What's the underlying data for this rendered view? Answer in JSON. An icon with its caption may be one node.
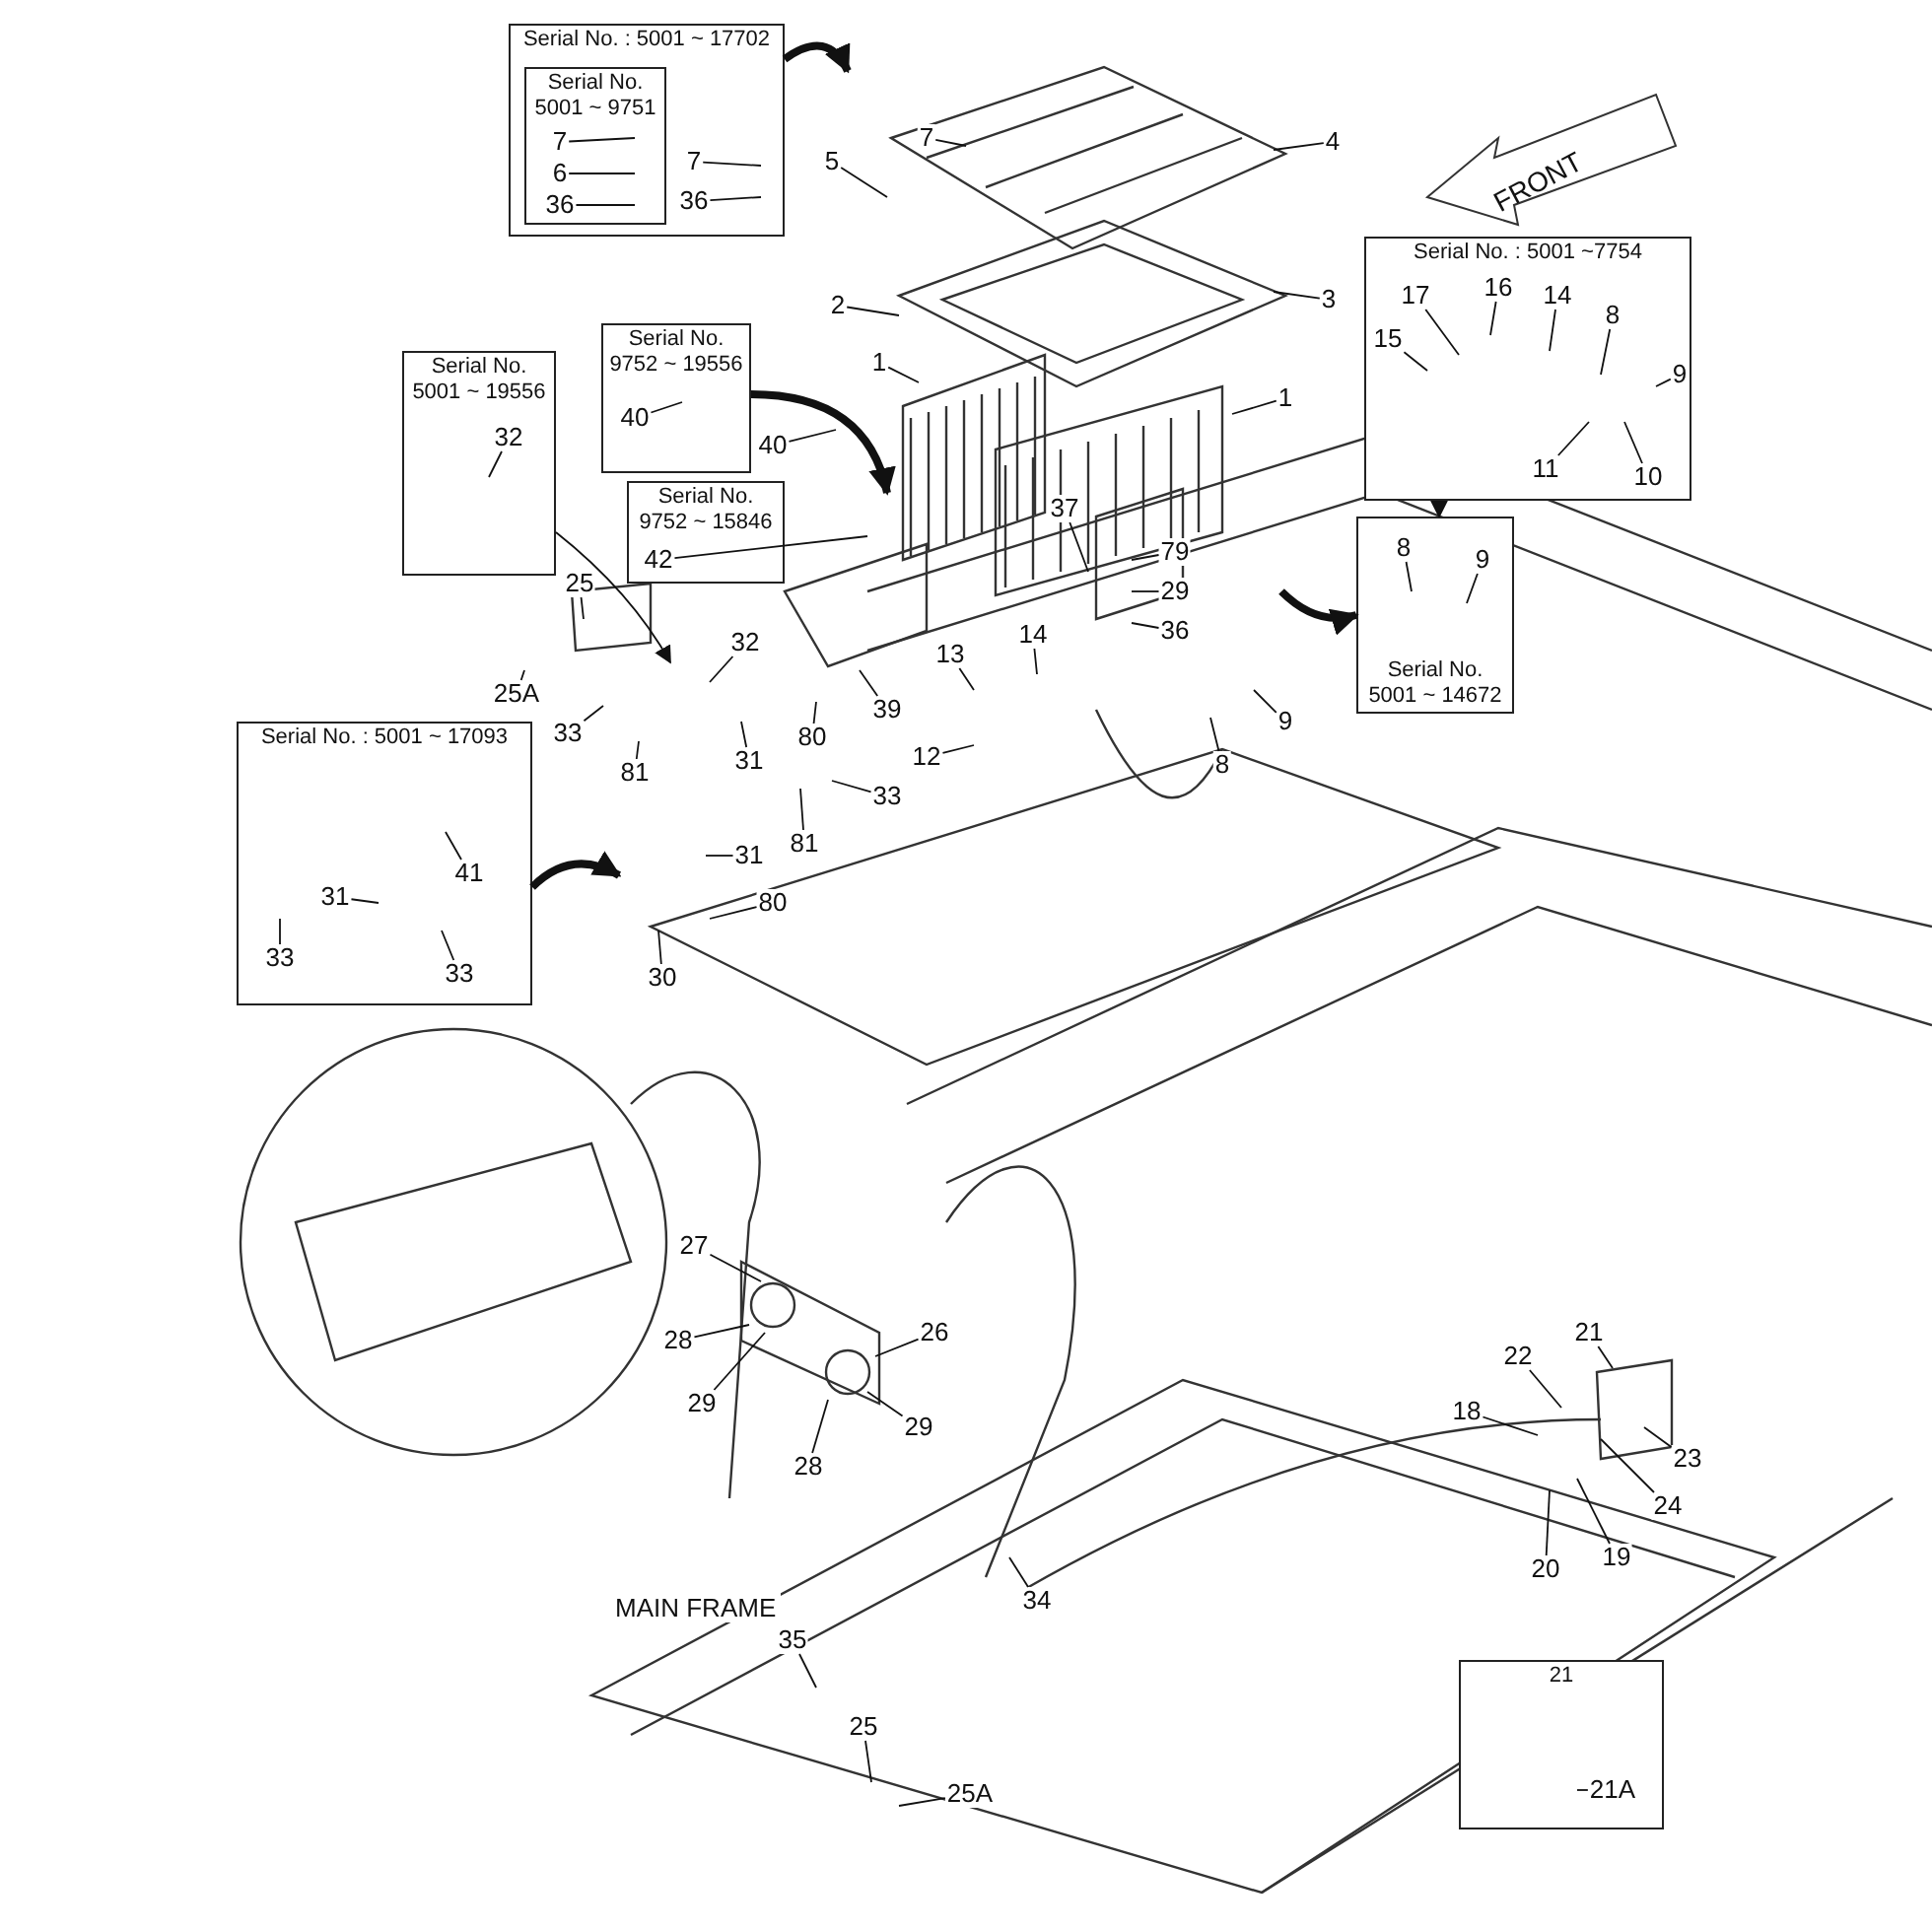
{
  "diagram": {
    "nodes": [
      {
        "text": [
          "Serial No. : 5001 ~ 17702"
        ]
      },
      {
        "text": [
          "Serial No. 5001 ~ 9751"
        ],
        "in": 0
      },
      {
        "text": [
          "7"
        ],
        "in": 1
      },
      {
        "text": [
          "6"
        ],
        "in": 1
      },
      {
        "text": [
          "36"
        ],
        "in": 1
      },
      {
        "text": [
          "7"
        ],
        "in": 0
      },
      {
        "text": [
          "36"
        ],
        "in": 0
      },
      {
        "text": [
          "7"
        ]
      },
      {
        "text": [
          "5"
        ]
      },
      {
        "text": [
          "4"
        ]
      },
      {
        "text": [
          "Serial No. : 5001 ~7754"
        ]
      },
      {
        "text": [
          "17"
        ],
        "in": 10
      },
      {
        "text": [
          "15"
        ],
        "in": 10
      },
      {
        "text": [
          "16"
        ],
        "in": 10
      },
      {
        "text": [
          "14"
        ],
        "in": 10
      },
      {
        "text": [
          "8"
        ],
        "in": 10
      },
      {
        "text": [
          "9"
        ],
        "in": 10
      },
      {
        "text": [
          "11"
        ],
        "in": 10
      },
      {
        "text": [
          "10"
        ],
        "in": 10
      },
      {
        "text": [
          "2"
        ]
      },
      {
        "text": [
          "3"
        ]
      },
      {
        "text": [
          "Serial No. 9752 ~ 19556"
        ]
      },
      {
        "text": [
          "40"
        ],
        "in": 21
      },
      {
        "text": [
          "Serial No. 5001 ~ 19556"
        ]
      },
      {
        "text": [
          "32"
        ],
        "in": 23
      },
      {
        "text": [
          "1"
        ]
      },
      {
        "text": [
          "1"
        ]
      },
      {
        "text": [
          "40"
        ]
      },
      {
        "text": [
          "Serial No. 9752 ~ 15846"
        ]
      },
      {
        "text": [
          "42"
        ],
        "in": 28
      },
      {
        "text": [
          "Serial No. 5001 ~ 14672"
        ]
      },
      {
        "text": [
          "8"
        ],
        "in": 30
      },
      {
        "text": [
          "9"
        ],
        "in": 30
      },
      {
        "text": [
          "79"
        ]
      },
      {
        "text": [
          "29"
        ]
      },
      {
        "text": [
          "36"
        ]
      },
      {
        "text": [
          "25"
        ]
      },
      {
        "text": [
          "25A"
        ]
      },
      {
        "text": [
          "37"
        ]
      },
      {
        "text": [
          "13"
        ]
      },
      {
        "text": [
          "14"
        ]
      },
      {
        "text": [
          "32"
        ]
      },
      {
        "text": [
          "39"
        ]
      },
      {
        "text": [
          "80"
        ]
      },
      {
        "text": [
          "31"
        ]
      },
      {
        "text": [
          "12"
        ]
      },
      {
        "text": [
          "9"
        ]
      },
      {
        "text": [
          "8"
        ]
      },
      {
        "text": [
          "Serial No. : 5001 ~ 17093"
        ]
      },
      {
        "text": [
          "41"
        ],
        "in": 48
      },
      {
        "text": [
          "31"
        ],
        "in": 48
      },
      {
        "text": [
          "33"
        ],
        "in": 48
      },
      {
        "text": [
          "33"
        ],
        "in": 48
      },
      {
        "text": [
          "33"
        ]
      },
      {
        "text": [
          "81"
        ]
      },
      {
        "text": [
          "33"
        ]
      },
      {
        "text": [
          "81"
        ]
      },
      {
        "text": [
          "31"
        ]
      },
      {
        "text": [
          "30"
        ]
      },
      {
        "text": [
          "80"
        ]
      },
      {
        "text": [
          "27"
        ]
      },
      {
        "text": [
          "26"
        ]
      },
      {
        "text": [
          "29"
        ]
      },
      {
        "text": [
          "28"
        ]
      },
      {
        "text": [
          "28"
        ]
      },
      {
        "text": [
          "29"
        ]
      },
      {
        "text": [
          "21"
        ]
      },
      {
        "text": [
          "22"
        ]
      },
      {
        "text": [
          "18"
        ]
      },
      {
        "text": [
          "23"
        ]
      },
      {
        "text": [
          "24"
        ]
      },
      {
        "text": [
          "19"
        ]
      },
      {
        "text": [
          "20"
        ]
      },
      {
        "text": [
          "34"
        ]
      },
      {
        "text": [
          "35"
        ]
      },
      {
        "text": [
          "25"
        ]
      },
      {
        "text": [
          "25A"
        ]
      },
      {
        "text": [
          "21"
        ]
      },
      {
        "text": [
          "21A"
        ],
        "in": 77
      }
    ],
    "edges": [
      {
        "from": 2,
        "to": null,
        "arrow": "none"
      },
      {
        "from": 3,
        "to": null,
        "arrow": "none"
      },
      {
        "from": 4,
        "to": null,
        "arrow": "none"
      },
      {
        "from": 5,
        "to": null,
        "arrow": "none"
      },
      {
        "from": 6,
        "to": null,
        "arrow": "none"
      },
      {
        "from": 7,
        "to": null,
        "arrow": "none"
      },
      {
        "from": 8,
        "to": null,
        "arrow": "none"
      },
      {
        "from": 9,
        "to": null,
        "arrow": "none"
      },
      {
        "from": 11,
        "to": null,
        "arrow": "none"
      },
      {
        "from": 12,
        "to": null,
        "arrow": "none"
      },
      {
        "from": 13,
        "to": null,
        "arrow": "none"
      },
      {
        "from": 14,
        "to": null,
        "arrow": "none"
      },
      {
        "from": 15,
        "to": null,
        "arrow": "none"
      },
      {
        "from": 16,
        "to": null,
        "arrow": "none"
      },
      {
        "from": 17,
        "to": null,
        "arrow": "none"
      },
      {
        "from": 18,
        "to": null,
        "arrow": "none"
      },
      {
        "from": 19,
        "to": null,
        "arrow": "none"
      },
      {
        "from": 20,
        "to": null,
        "arrow": "none"
      },
      {
        "from": 22,
        "to": null,
        "arrow": "none"
      },
      {
        "from": 24,
        "to": null,
        "arrow": "none"
      },
      {
        "from": 25,
        "to": null,
        "arrow": "none"
      },
      {
        "from": 26,
        "to": null,
        "arrow": "none"
      },
      {
        "from": 27,
        "to": null,
        "arrow": "none"
      },
      {
        "from": 29,
        "to": null,
        "arrow": "none"
      },
      {
        "from": 31,
        "to": null,
        "arrow": "none"
      },
      {
        "from": 32,
        "to": null,
        "arrow": "none"
      },
      {
        "from": 33,
        "to": null,
        "arrow": "none"
      },
      {
        "from": 34,
        "to": null,
        "arrow": "none"
      },
      {
        "from": 35,
        "to": null,
        "arrow": "none"
      },
      {
        "from": 36,
        "to": null,
        "arrow": "none"
      },
      {
        "from": 37,
        "to": null,
        "arrow": "none"
      },
      {
        "from": 38,
        "to": null,
        "arrow": "none"
      },
      {
        "from": 39,
        "to": null,
        "arrow": "none"
      },
      {
        "from": 40,
        "to": null,
        "arrow": "none"
      },
      {
        "from": 41,
        "to": null,
        "arrow": "none"
      },
      {
        "from": 42,
        "to": null,
        "arrow": "none"
      },
      {
        "from": 43,
        "to": null,
        "arrow": "none"
      },
      {
        "from": 44,
        "to": null,
        "arrow": "none"
      },
      {
        "from": 45,
        "to": null,
        "arrow": "none"
      },
      {
        "from": 46,
        "to": null,
        "arrow": "none"
      },
      {
        "from": 47,
        "to": null,
        "arrow": "none"
      },
      {
        "from": 49,
        "to": null,
        "arrow": "none"
      },
      {
        "from": 50,
        "to": null,
        "arrow": "none"
      },
      {
        "from": 51,
        "to": null,
        "arrow": "none"
      },
      {
        "from": 52,
        "to": null,
        "arrow": "none"
      },
      {
        "from": 53,
        "to": null,
        "arrow": "none"
      },
      {
        "from": 54,
        "to": null,
        "arrow": "none"
      },
      {
        "from": 55,
        "to": null,
        "arrow": "none"
      },
      {
        "from": 56,
        "to": null,
        "arrow": "none"
      },
      {
        "from": 57,
        "to": null,
        "arrow": "none"
      },
      {
        "from": 58,
        "to": null,
        "arrow": "none"
      },
      {
        "from": 59,
        "to": null,
        "arrow": "none"
      },
      {
        "from": 60,
        "to": null,
        "arrow": "none"
      },
      {
        "from": 61,
        "to": null,
        "arrow": "none"
      },
      {
        "from": 62,
        "to": null,
        "arrow": "none"
      },
      {
        "from": 63,
        "to": null,
        "arrow": "none"
      },
      {
        "from": 64,
        "to": null,
        "arrow": "none"
      },
      {
        "from": 65,
        "to": null,
        "arrow": "none"
      },
      {
        "from": 66,
        "to": null,
        "arrow": "none"
      },
      {
        "from": 67,
        "to": null,
        "arrow": "none"
      },
      {
        "from": 68,
        "to": null,
        "arrow": "none"
      },
      {
        "from": 69,
        "to": null,
        "arrow": "none"
      },
      {
        "from": 70,
        "to": null,
        "arrow": "none"
      },
      {
        "from": 71,
        "to": null,
        "arrow": "none"
      },
      {
        "from": 72,
        "to": null,
        "arrow": "none"
      },
      {
        "from": 73,
        "to": null,
        "arrow": "none"
      },
      {
        "from": 74,
        "to": null,
        "arrow": "none"
      },
      {
        "from": 75,
        "to": null,
        "arrow": "none"
      },
      {
        "from": 76,
        "to": null,
        "arrow": "none"
      },
      {
        "from": 78,
        "to": null,
        "arrow": "none"
      },
      {
        "from": 0,
        "to": null,
        "arrow": "to",
        "style": "thick"
      },
      {
        "from": 21,
        "to": null,
        "arrow": "to",
        "style": "thick"
      },
      {
        "from": 23,
        "to": null,
        "arrow": "to"
      },
      {
        "from": 48,
        "to": null,
        "arrow": "to",
        "style": "thick"
      },
      {
        "from": null,
        "to": 30,
        "arrow": "to",
        "style": "thick"
      },
      {
        "from": 10,
        "to": 30,
        "arrow": "to"
      }
    ],
    "labels": [
      "FRONT",
      "MAIN FRAME"
    ]
  }
}
